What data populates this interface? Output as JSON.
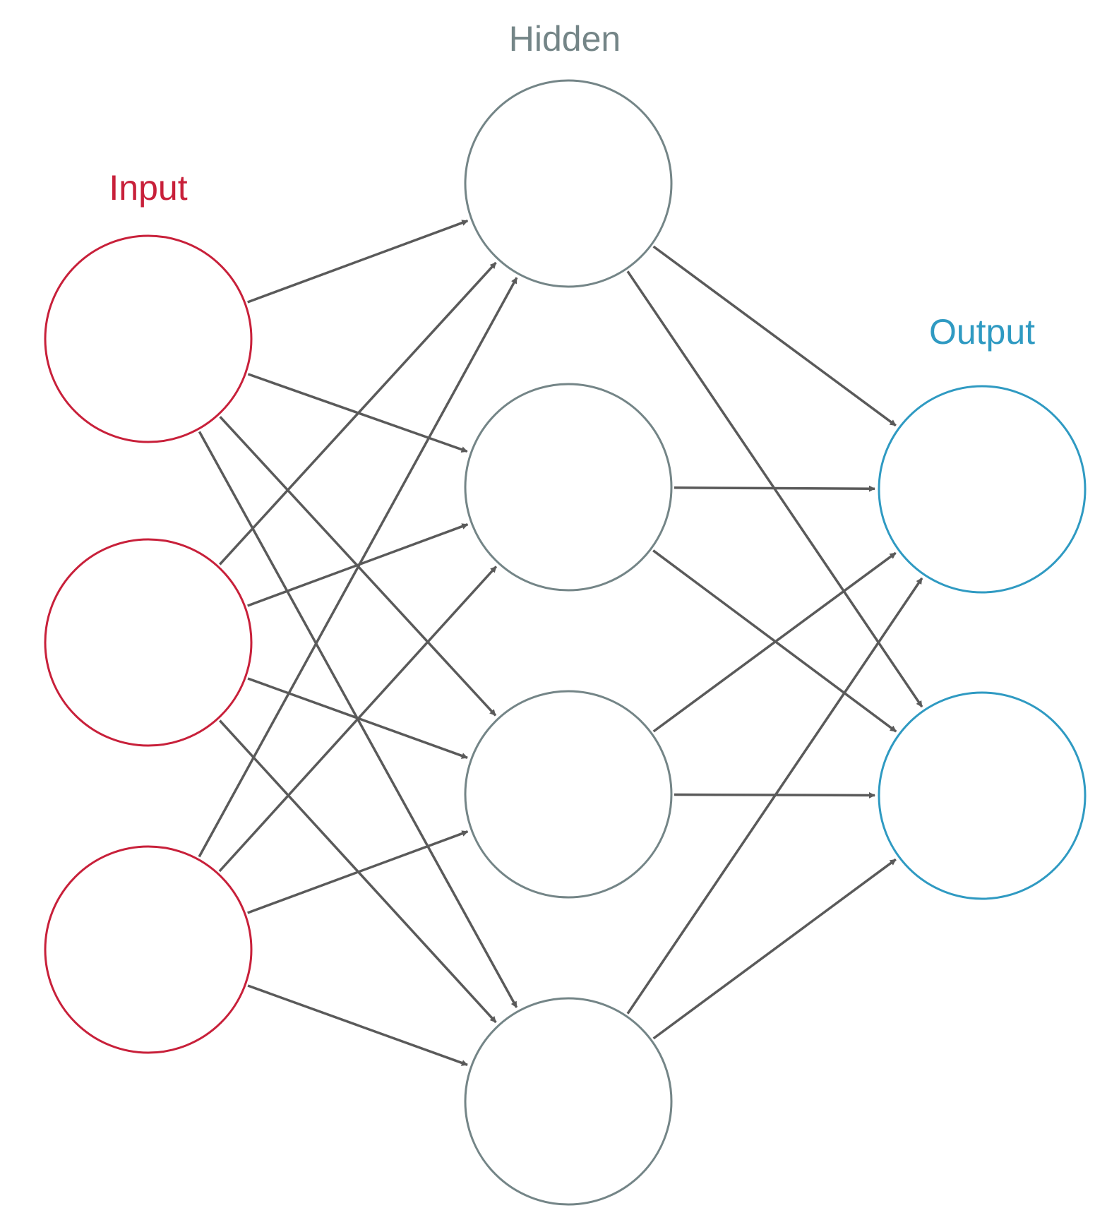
{
  "colors": {
    "input": "#c8203a",
    "hidden": "#748587",
    "output": "#2f9ac2",
    "edge": "#5a5a5a",
    "background": "#ffffff"
  },
  "layers": [
    {
      "id": "input",
      "label": "Input",
      "node_count": 3
    },
    {
      "id": "hidden",
      "label": "Hidden",
      "node_count": 4
    },
    {
      "id": "output",
      "label": "Output",
      "node_count": 2
    }
  ],
  "connectivity": "fully-connected",
  "edge_direction": "left-to-right",
  "edges": [
    [
      "input",
      "hidden"
    ],
    [
      "hidden",
      "output"
    ]
  ]
}
